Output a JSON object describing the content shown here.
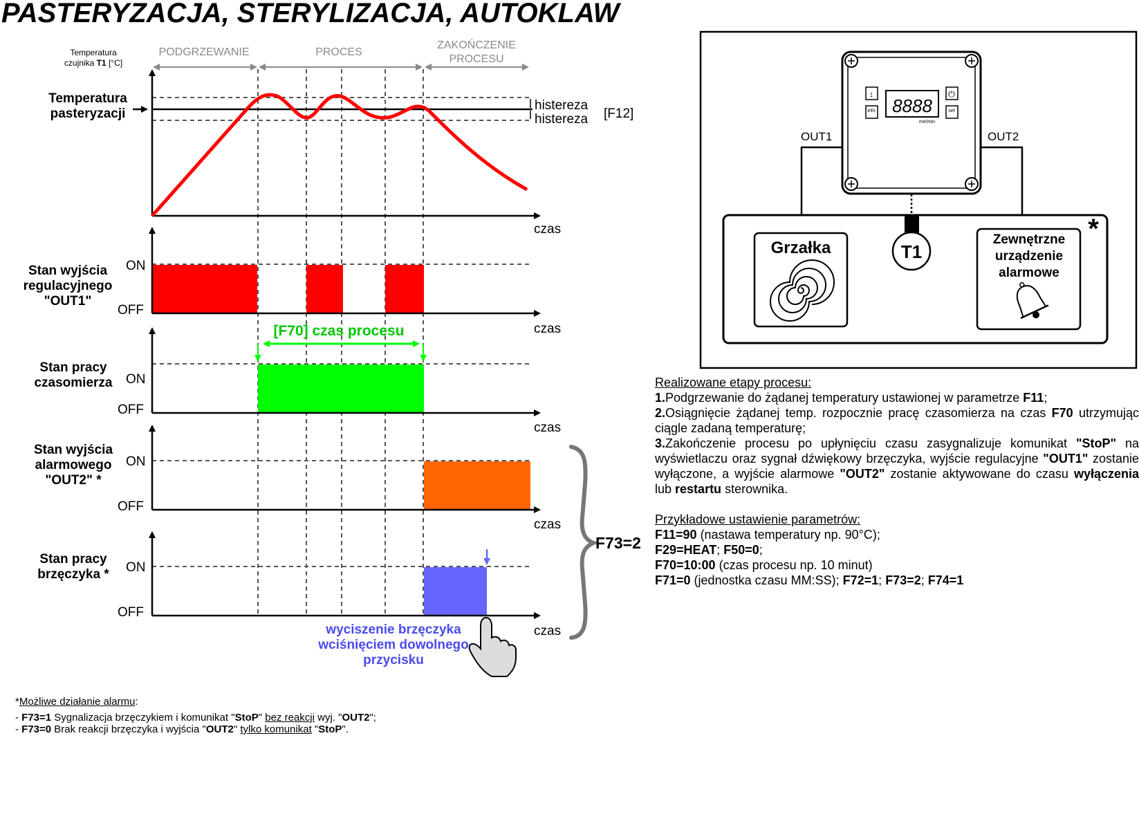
{
  "title": "PASTERYZACJA, STERYLIZACJA, AUTOKLAW",
  "diagram": {
    "y_axis_label_line1": "Temperatura",
    "y_axis_label_line2_prefix": "czujnika ",
    "y_axis_label_line2_bold": "T1",
    "y_axis_label_line2_suffix": " [°C]",
    "phases": [
      "PODGRZEWANIE",
      "PROCES",
      "ZAKOŃCZENIE",
      "PROCESU"
    ],
    "temp_label_line1": "Temperatura",
    "temp_label_line2": "pasteryzacji",
    "hysteresis_upper": "histereza",
    "hysteresis_lower": "histereza",
    "hysteresis_param": "[F12]",
    "time_label": "czas",
    "on_label": "ON",
    "off_label": "OFF",
    "out1_label": [
      "Stan wyjścia",
      "regulacyjnego",
      "\"OUT1\""
    ],
    "timer_label": [
      "Stan pracy",
      "czasomierza"
    ],
    "out2_label": [
      "Stan wyjścia",
      "alarmowego",
      "\"OUT2\" *"
    ],
    "buzzer_label": [
      "Stan pracy",
      "brzęczyka *"
    ],
    "process_time_label": "[F70] czas procesu",
    "f73_label": "F73=2",
    "buzzer_note": [
      "wyciszenie brzęczyka",
      "wciśnięciem dowolnego",
      "przycisku"
    ]
  },
  "device": {
    "out1": "OUT1",
    "out2": "OUT2",
    "display": "8888",
    "display_unit": "me/min",
    "info_button": "info",
    "set_button": "set",
    "sensor": "T1",
    "heater": "Grzałka",
    "alarm_device": [
      "Zewnętrzne",
      "urządzenie",
      "alarmowe"
    ],
    "asterisk": "*"
  },
  "description": {
    "heading": "Realizowane etapy procesu:",
    "step1_num": "1.",
    "step1_text": "Podgrzewanie do żądanej temperatury ustawionej w parametrze ",
    "step1_param": "F11",
    "step1_end": ";",
    "step2_num": "2.",
    "step2_text": "Osiągnięcie żądanej temp. rozpocznie pracę czasomierza na czas ",
    "step2_param": "F70",
    "step2_end": " utrzymując ciągle zadaną temperaturę;",
    "step3_num": "3.",
    "step3_a": "Zakończenie procesu po upłynięciu czasu zasygnalizuje komunikat ",
    "step3_stop": "\"StoP\"",
    "step3_b": " na wyświetlaczu oraz sygnał dźwiękowy brzęczyka, wyjście regulacyjne ",
    "step3_out1": "\"OUT1\"",
    "step3_c": " zostanie wyłączone, a wyjście alarmowe ",
    "step3_out2": "\"OUT2\"",
    "step3_d": " zostanie aktywowane do czasu ",
    "step3_off": "wyłączenia",
    "step3_e": " lub ",
    "step3_restart": "restartu",
    "step3_f": " sterownika.",
    "example_heading": "Przykładowe ustawienie parametrów:",
    "ex1_param": "F11=90",
    "ex1_text": " (nastawa temperatury np. 90°C);",
    "ex2_param1": "F29=HEAT",
    "ex2_sep": "; ",
    "ex2_param2": "F50=0",
    "ex2_end": ";",
    "ex3_param": "F70=10:00",
    "ex3_text": " (czas procesu np. 10 minut)",
    "ex4_param": "F71=0",
    "ex4_text": " (jednostka czasu MM:SS); ",
    "ex4_p1": "F72=1",
    "ex4_p2": "F73=2",
    "ex4_p3": "F74=1",
    "ex4_sep": "; "
  },
  "footnote": {
    "heading_star": "*",
    "heading": "Możliwe działanie alarmu",
    "heading_colon": ":",
    "l1_dash": "- ",
    "l1_param": "F73=1",
    "l1_a": " Sygnalizacja brzęczykiem i komunikat \"",
    "l1_stop": "StoP",
    "l1_b": "\" ",
    "l1_u": "bez reakcji",
    "l1_c": " wyj. \"",
    "l1_out2": "OUT2",
    "l1_d": "\";",
    "l2_dash": "- ",
    "l2_param": "F73=0",
    "l2_a": " Brak reakcji brzęczyka i wyjścia \"",
    "l2_out2": "OUT2",
    "l2_b": "\" ",
    "l2_u": "tylko komunikat",
    "l2_c": " \"",
    "l2_stop": "StoP",
    "l2_d": "\"."
  },
  "colors": {
    "temperature_curve": "#ff0000",
    "out1": "#ff0000",
    "timer": "#00ff00",
    "process_time": "#00c800",
    "out2": "#ff6600",
    "buzzer": "#6666ff",
    "buzzer_note": "#4a4aee"
  }
}
